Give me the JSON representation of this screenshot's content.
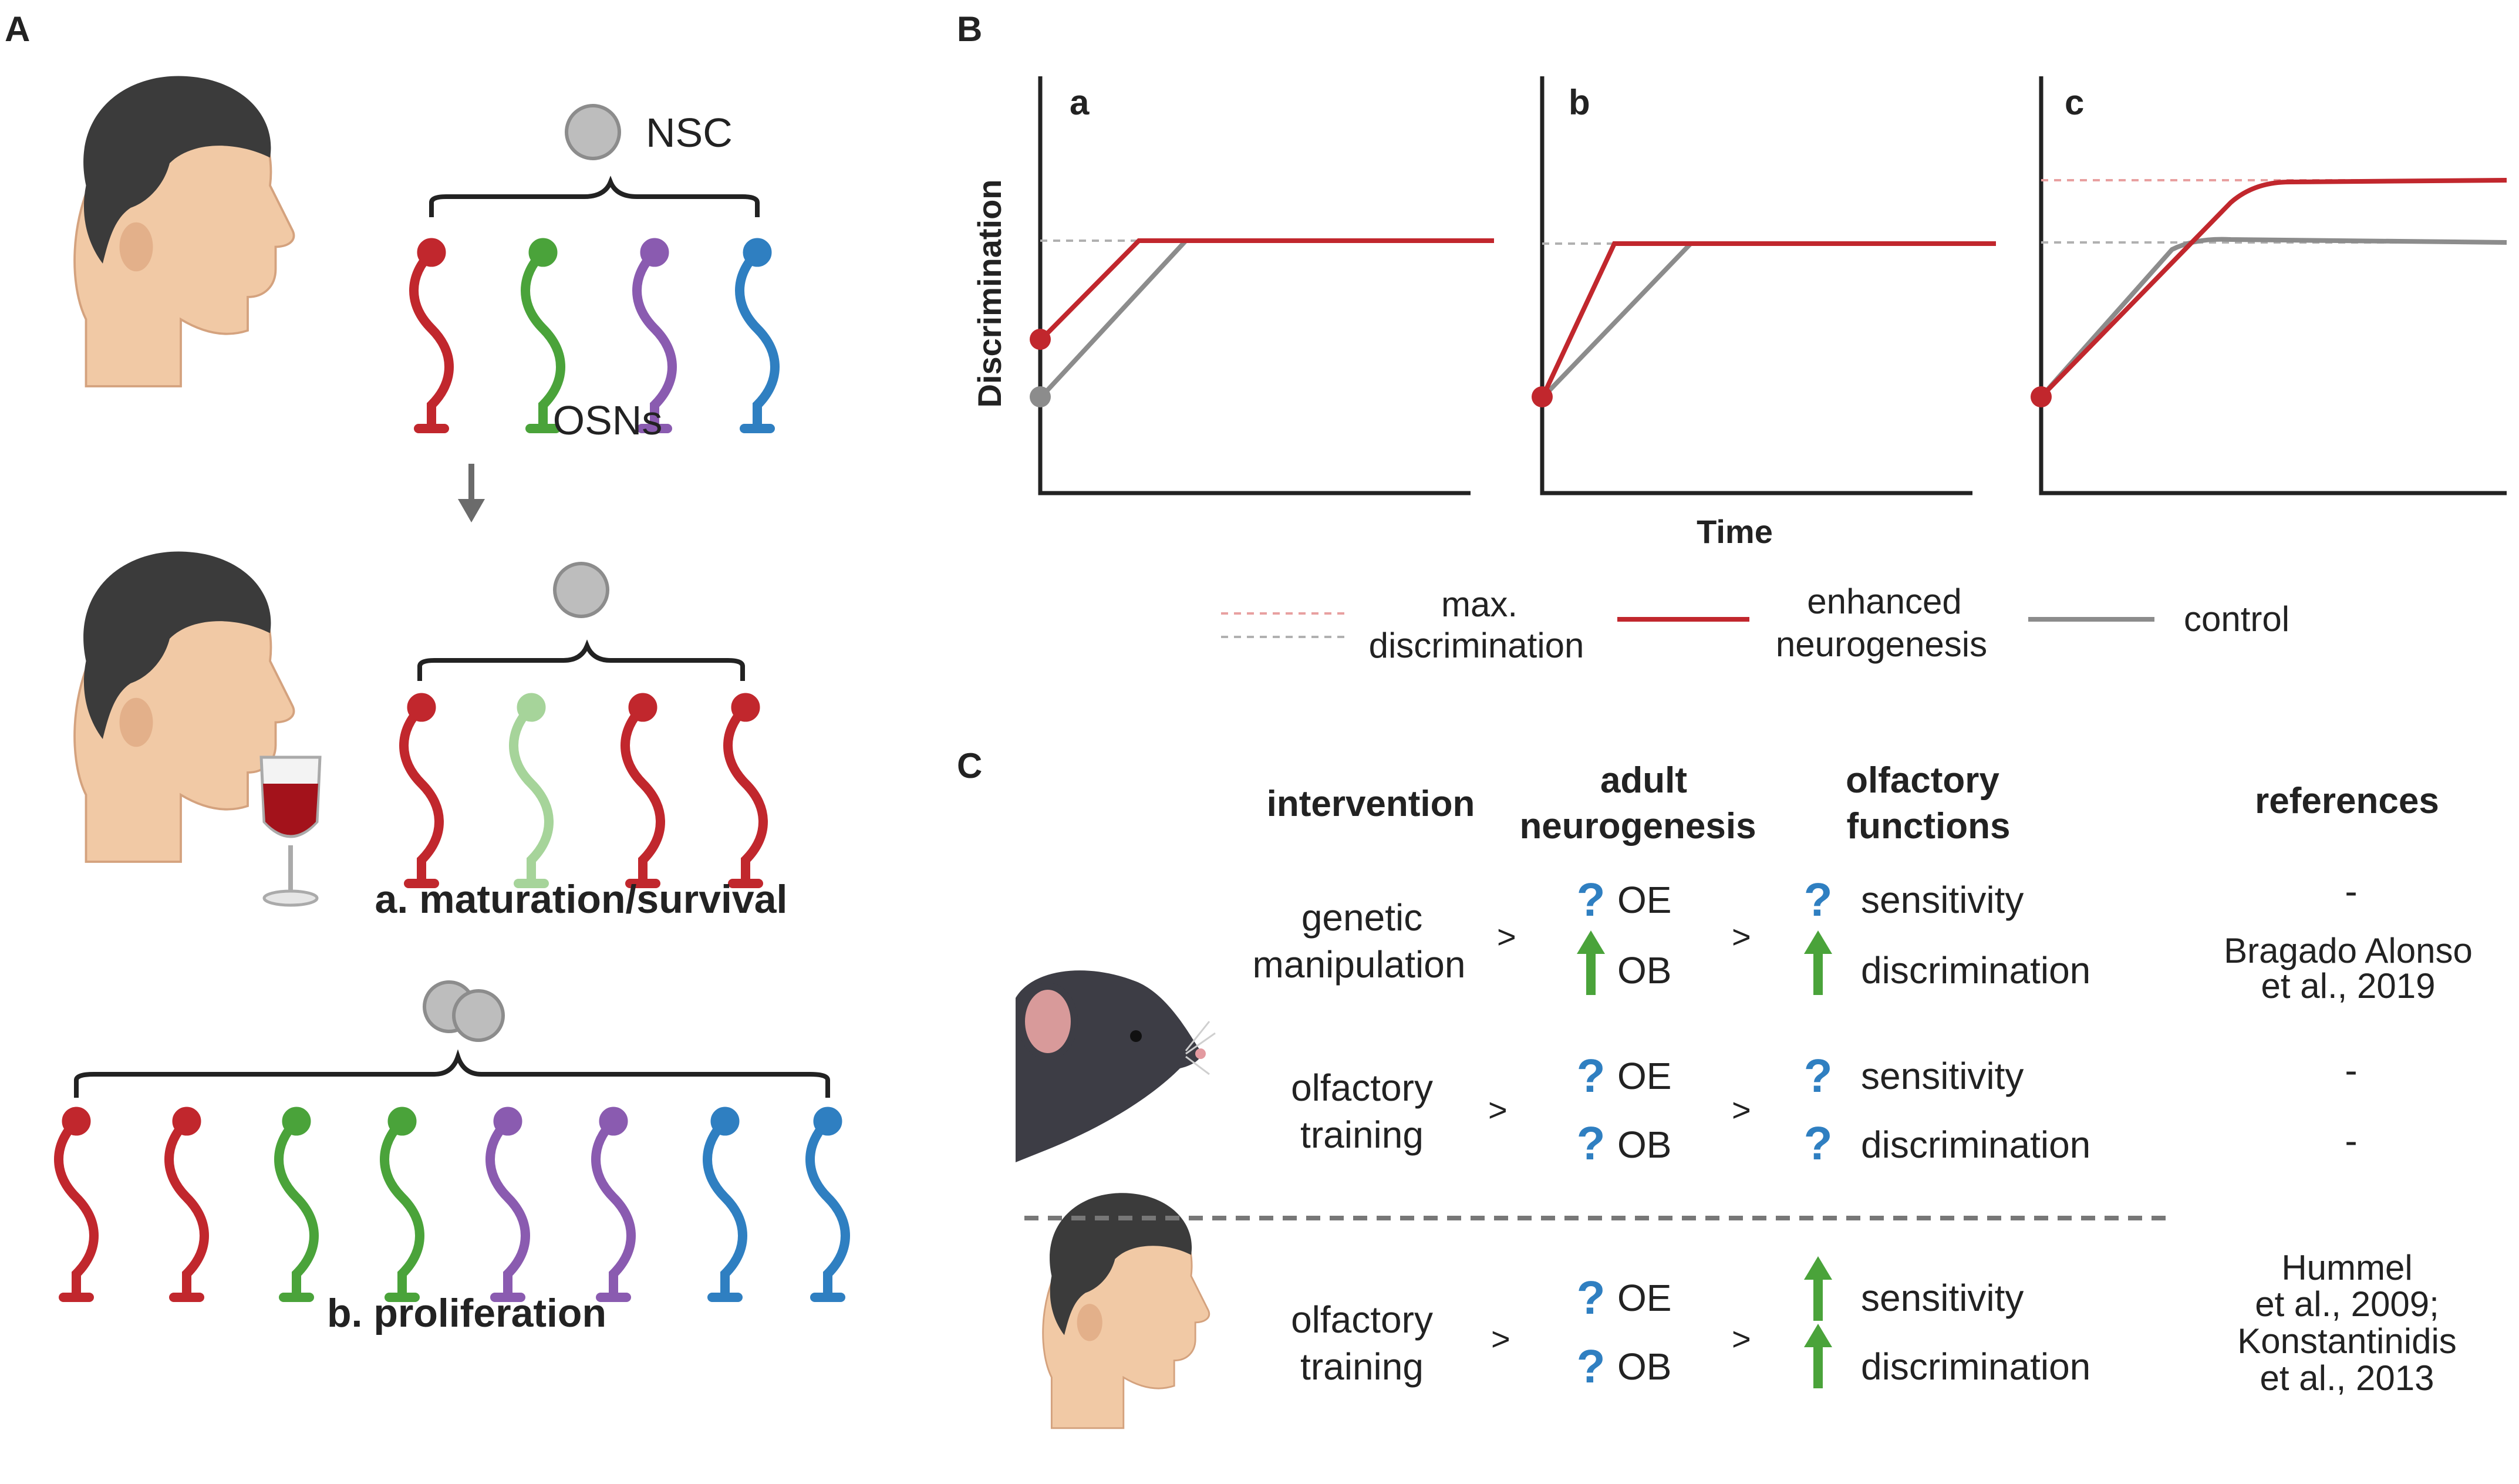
{
  "panel_labels": {
    "A": "A",
    "B": "B",
    "C": "C"
  },
  "panel_a": {
    "nsc_label": "NSC",
    "osn_label": "OSNs",
    "maturation_label": "a. maturation/survival",
    "proliferation_label": "b. proliferation"
  },
  "panel_b": {
    "subplot_labels": [
      "a",
      "b",
      "c"
    ],
    "y_label": "Discrimination",
    "x_label": "Time",
    "legend": {
      "max_line1": "max.",
      "max_line2": "discrimination",
      "enh_line1": "enhanced",
      "enh_line2": "neurogenesis",
      "control": "control"
    }
  },
  "panel_c": {
    "headers": {
      "intervention": "intervention",
      "adult_1": "adult",
      "adult_2": "neurogenesis",
      "olf_1": "olfactory",
      "olf_2": "functions",
      "references": "references"
    },
    "rows": [
      {
        "intervention_1": "genetic",
        "intervention_2": "manipulation",
        "ng_1": "OE",
        "ng_2": "OB",
        "fn_1": "sensitivity",
        "fn_2": "discrimination",
        "ref_1": "-",
        "ref_2": "Bragado Alonso",
        "ref_3": "et al., 2019"
      },
      {
        "intervention_1": "olfactory",
        "intervention_2": "training",
        "ng_1": "OE",
        "ng_2": "OB",
        "fn_1": "sensitivity",
        "fn_2": "discrimination",
        "ref_1": "-",
        "ref_2": "-"
      },
      {
        "intervention_1": "olfactory",
        "intervention_2": "training",
        "ng_1": "OE",
        "ng_2": "OB",
        "fn_1": "sensitivity",
        "fn_2": "discrimination",
        "ref_1": "Hummel",
        "ref_2": "et al., 2009;",
        "ref_3": "Konstantinidis",
        "ref_4": "et al., 2013"
      }
    ],
    "symbols": {
      "unknown": "?",
      "arrow": ">"
    }
  },
  "colors": {
    "red": "#c1272d",
    "green": "#4aa33a",
    "purple": "#8a5bb0",
    "blue": "#2f7fc1",
    "gray": "#8c8c8c",
    "light_green": "#a6d49a",
    "enhanced_line": "#c1272d",
    "control_line": "#8c8c8c",
    "max_dash_red": "#e8a0a0",
    "max_dash_gray": "#b0b0b0",
    "question_blue": "#2f7fc1",
    "up_arrow_green": "#4aa33a"
  }
}
